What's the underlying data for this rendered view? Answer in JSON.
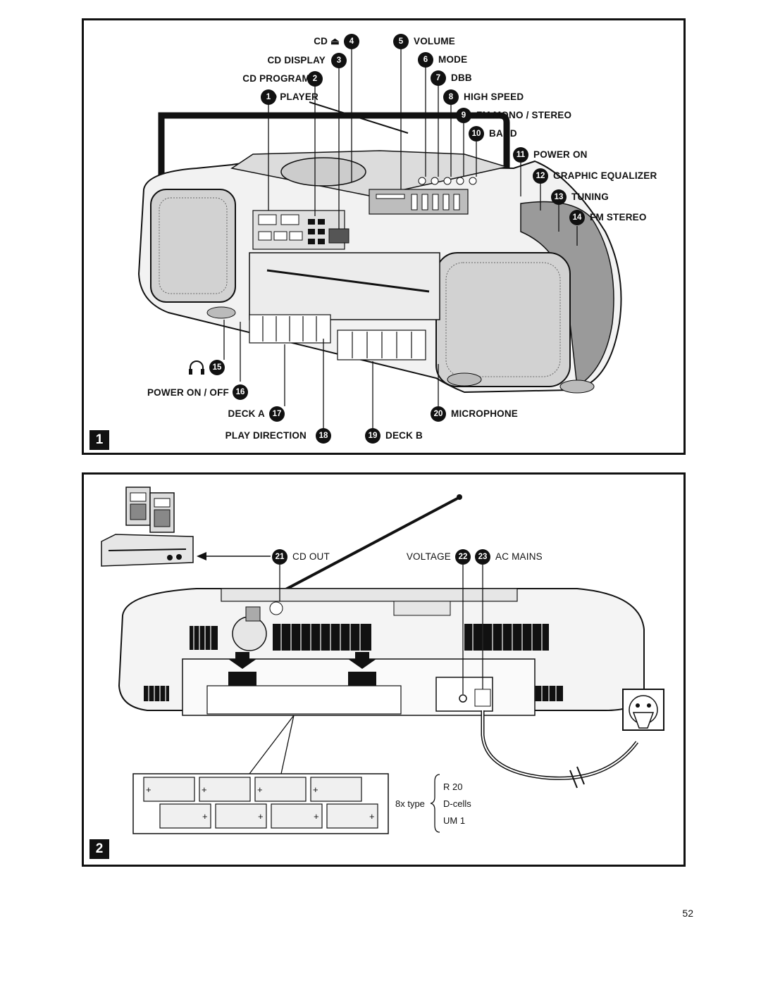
{
  "figure1": {
    "panel_number": "1",
    "callouts": [
      {
        "n": "1",
        "label": "CD PLAYER"
      },
      {
        "n": "2",
        "label": "CD PROGRAM"
      },
      {
        "n": "3",
        "label": "CD DISPLAY"
      },
      {
        "n": "4",
        "label": "CD ⏏"
      },
      {
        "n": "5",
        "label": "VOLUME"
      },
      {
        "n": "6",
        "label": "MODE"
      },
      {
        "n": "7",
        "label": "DBB"
      },
      {
        "n": "8",
        "label": "HIGH SPEED"
      },
      {
        "n": "9",
        "label": "FM MONO / STEREO"
      },
      {
        "n": "10",
        "label": "BAND"
      },
      {
        "n": "11",
        "label": "POWER ON"
      },
      {
        "n": "12",
        "label": "GRAPHIC EQUALIZER"
      },
      {
        "n": "13",
        "label": "TUNING"
      },
      {
        "n": "14",
        "label": "FM STEREO"
      },
      {
        "n": "15",
        "label": ""
      },
      {
        "n": "16",
        "label": "POWER ON / OFF"
      },
      {
        "n": "17",
        "label": "DECK A"
      },
      {
        "n": "18",
        "label": "PLAY DIRECTION"
      },
      {
        "n": "19",
        "label": "DECK B"
      },
      {
        "n": "20",
        "label": "MICROPHONE"
      }
    ]
  },
  "figure2": {
    "panel_number": "2",
    "callouts": [
      {
        "n": "21",
        "label": "CD OUT"
      },
      {
        "n": "22",
        "label": "VOLTAGE"
      },
      {
        "n": "23",
        "label": "AC MAINS"
      }
    ],
    "battery": {
      "count_text": "8x type",
      "types": [
        "R 20",
        "D-cells",
        "UM 1"
      ]
    }
  },
  "page_number": "52",
  "colors": {
    "ink": "#111111",
    "grey": "#bbbbbb",
    "light": "#e4e4e4"
  }
}
